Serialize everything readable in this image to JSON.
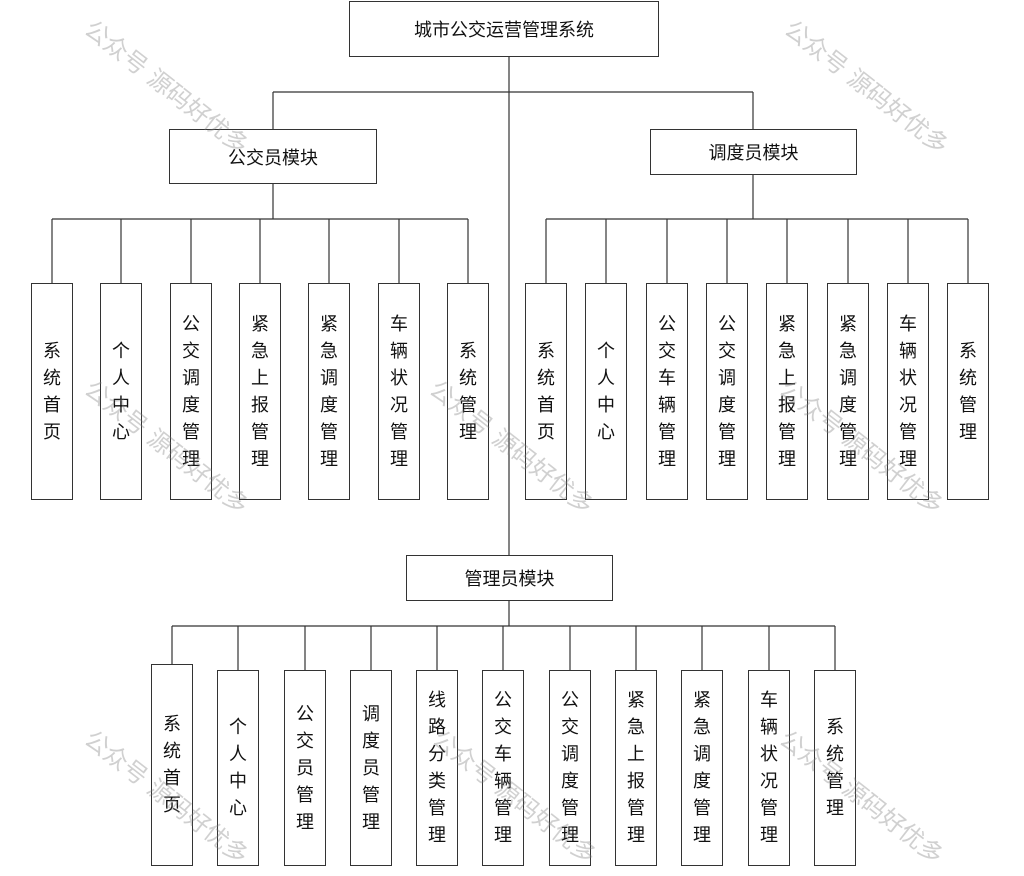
{
  "root": {
    "label": "城市公交运营管理系统"
  },
  "modules": {
    "driver": {
      "label": "公交员模块",
      "items": [
        "系统首页",
        "个人中心",
        "公交调度管理",
        "紧急上报管理",
        "紧急调度管理",
        "车辆状况管理",
        "系统管理"
      ]
    },
    "dispatcher": {
      "label": "调度员模块",
      "items": [
        "系统首页",
        "个人中心",
        "公交车辆管理",
        "公交调度管理",
        "紧急上报管理",
        "紧急调度管理",
        "车辆状况管理",
        "系统管理"
      ]
    },
    "admin": {
      "label": "管理员模块",
      "items": [
        "系统首页",
        "个人中心",
        "公交员管理",
        "调度员管理",
        "线路分类管理",
        "公交车辆管理",
        "公交调度管理",
        "紧急上报管理",
        "紧急调度管理",
        "车辆状况管理",
        "系统管理"
      ]
    }
  },
  "watermark": "公众号 源码好优多"
}
